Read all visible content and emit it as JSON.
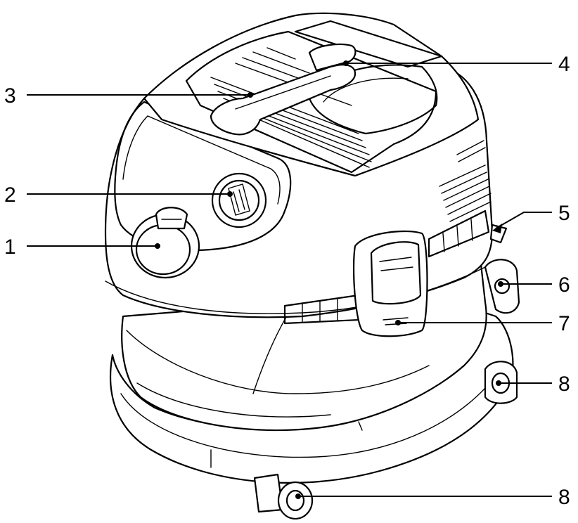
{
  "callouts": [
    {
      "id": "callout-1",
      "number": "1"
    },
    {
      "id": "callout-2",
      "number": "2"
    },
    {
      "id": "callout-3",
      "number": "3"
    },
    {
      "id": "callout-4",
      "number": "4"
    },
    {
      "id": "callout-5",
      "number": "5"
    },
    {
      "id": "callout-6",
      "number": "6"
    },
    {
      "id": "callout-7",
      "number": "7"
    },
    {
      "id": "callout-8a",
      "number": "8"
    },
    {
      "id": "callout-8b",
      "number": "8"
    }
  ],
  "colors": {
    "line": "#000000",
    "background": "#ffffff"
  }
}
